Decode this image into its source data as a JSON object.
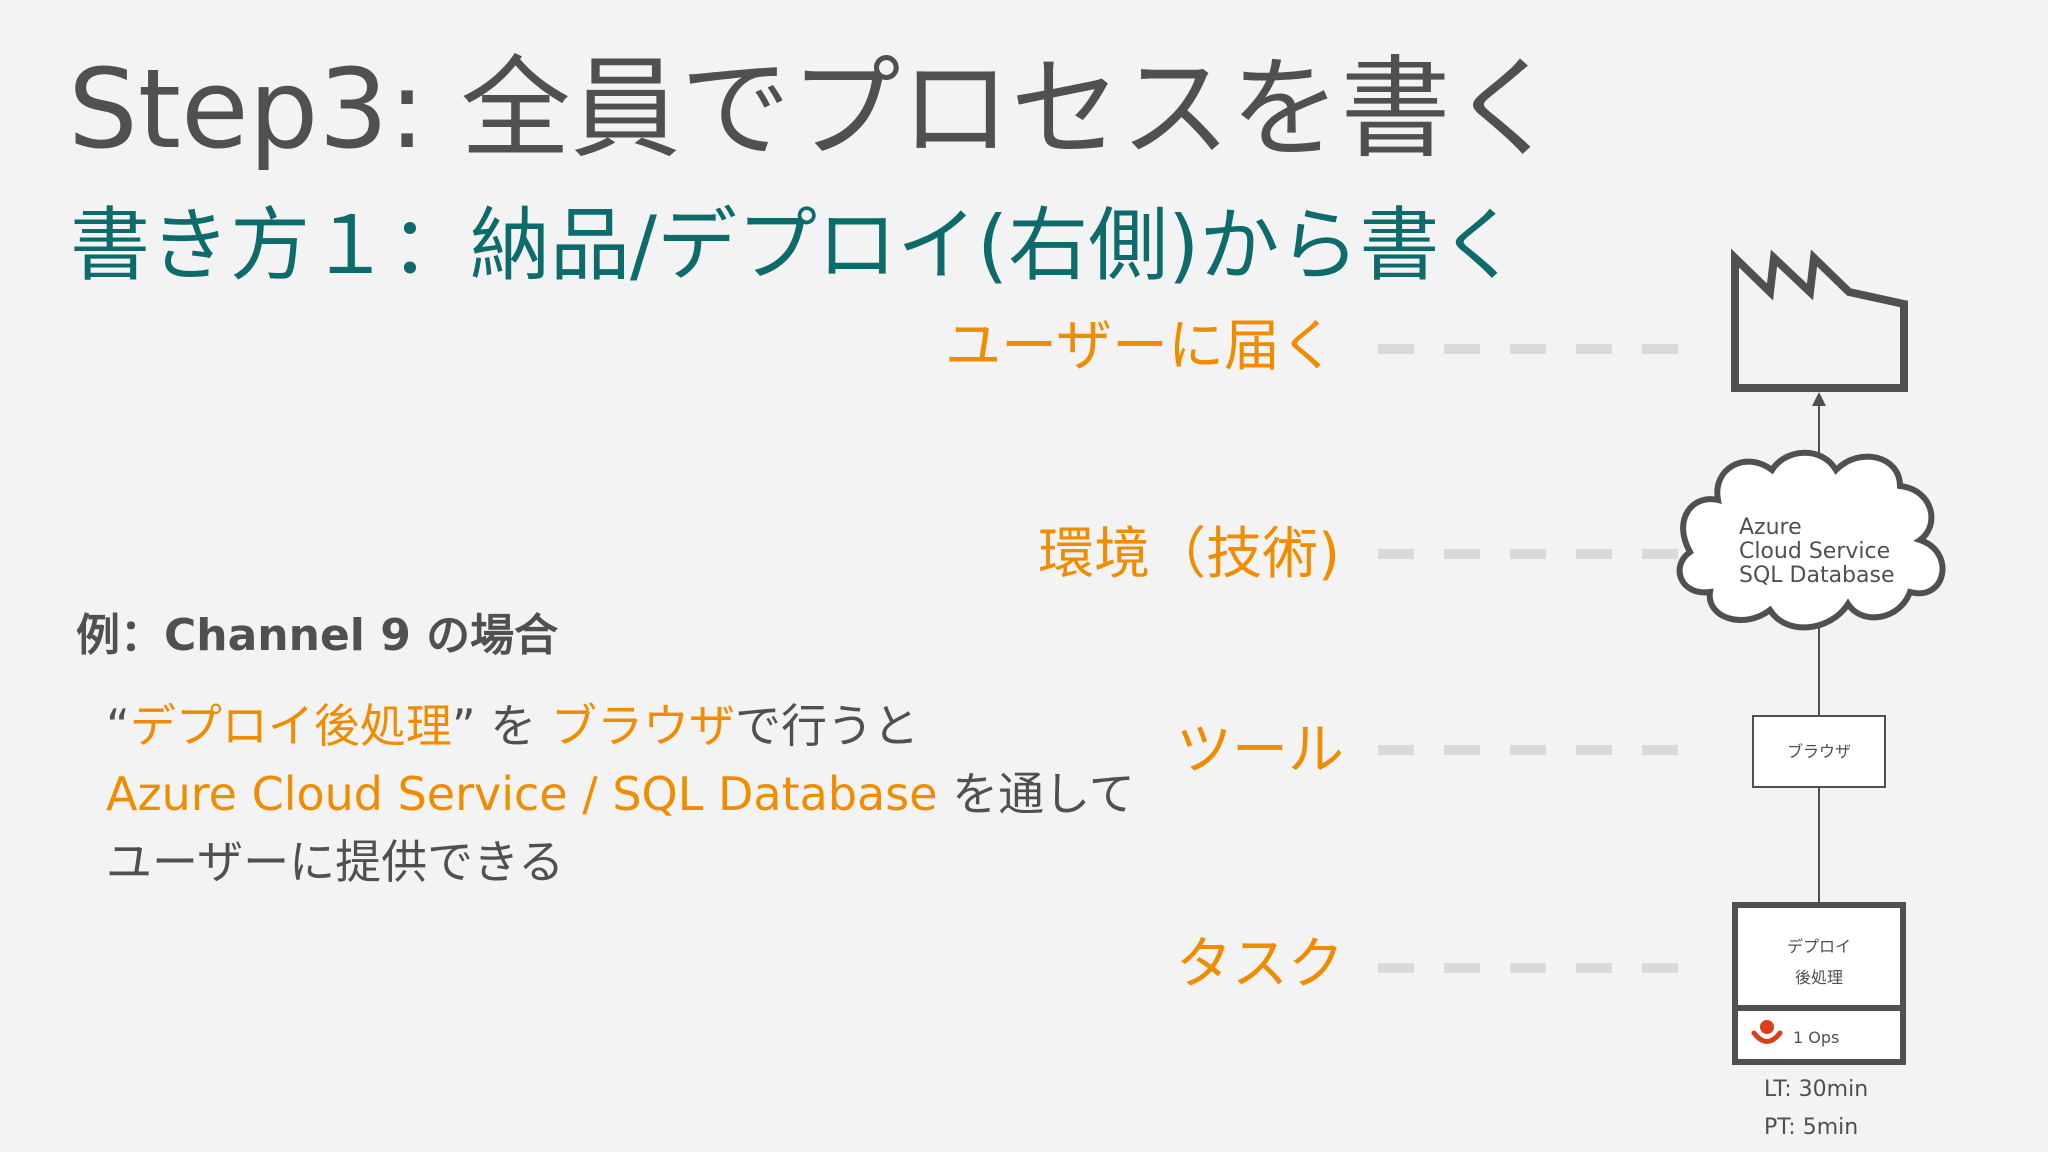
{
  "title": "Step3: 全員でプロセスを書く",
  "subtitle": "書き方１：納品/デプロイ(右側)から書く",
  "rows": {
    "user": "ユーザーに届く",
    "env": "環境（技術)",
    "tool": "ツール",
    "task": "タスク"
  },
  "example": {
    "heading": "例：Channel 9 の場合",
    "line1": {
      "q_open": "“",
      "hl1": "デプロイ後処理",
      "q_close": "”",
      "mid": " を ",
      "hl2": "ブラウザ",
      "tail": "で行うと"
    },
    "line2": {
      "hl": "Azure Cloud Service / SQL Database",
      "tail": " を通して"
    },
    "line3": "ユーザーに提供できる"
  },
  "diagram": {
    "cloud": {
      "line1": "Azure",
      "line2": "Cloud Service",
      "line3": "SQL Database"
    },
    "tool_box": "ブラウザ",
    "task_box": {
      "line1": "デプロイ",
      "line2": "後処理",
      "ops": "1  Ops"
    },
    "lt": "LT:  30min",
    "pt": "PT:  5min"
  },
  "colors": {
    "title": "#505050",
    "subtitle": "#0e6b6b",
    "accent": "#f08c00",
    "dash": "#d9d9d9",
    "person_icon": "#d9401a"
  }
}
